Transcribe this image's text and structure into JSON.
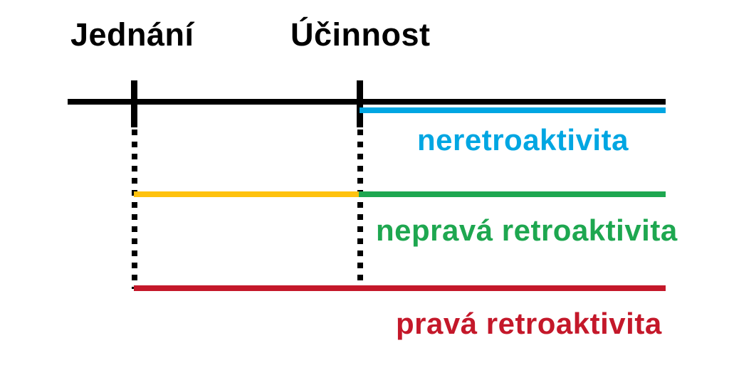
{
  "diagram": {
    "background_color": "#ffffff",
    "axis_color": "#000000",
    "events": [
      {
        "label": "Jednání"
      },
      {
        "label": "Účinnost"
      }
    ],
    "series": [
      {
        "label": "neretroaktivita",
        "color": "#00A6E2",
        "segments": [
          {
            "from": "Účinnost",
            "to": "end",
            "color": "#00A6E2"
          }
        ]
      },
      {
        "label": "nepravá retroaktivita",
        "color": "#1EA750",
        "segments": [
          {
            "from": "Jednání",
            "to": "Účinnost",
            "color": "#FFC20E"
          },
          {
            "from": "Účinnost",
            "to": "end",
            "color": "#1EA750"
          }
        ]
      },
      {
        "label": "pravá retroaktivita",
        "color": "#C4182A",
        "segments": [
          {
            "from": "Jednání",
            "to": "end",
            "color": "#C4182A"
          }
        ]
      }
    ]
  }
}
